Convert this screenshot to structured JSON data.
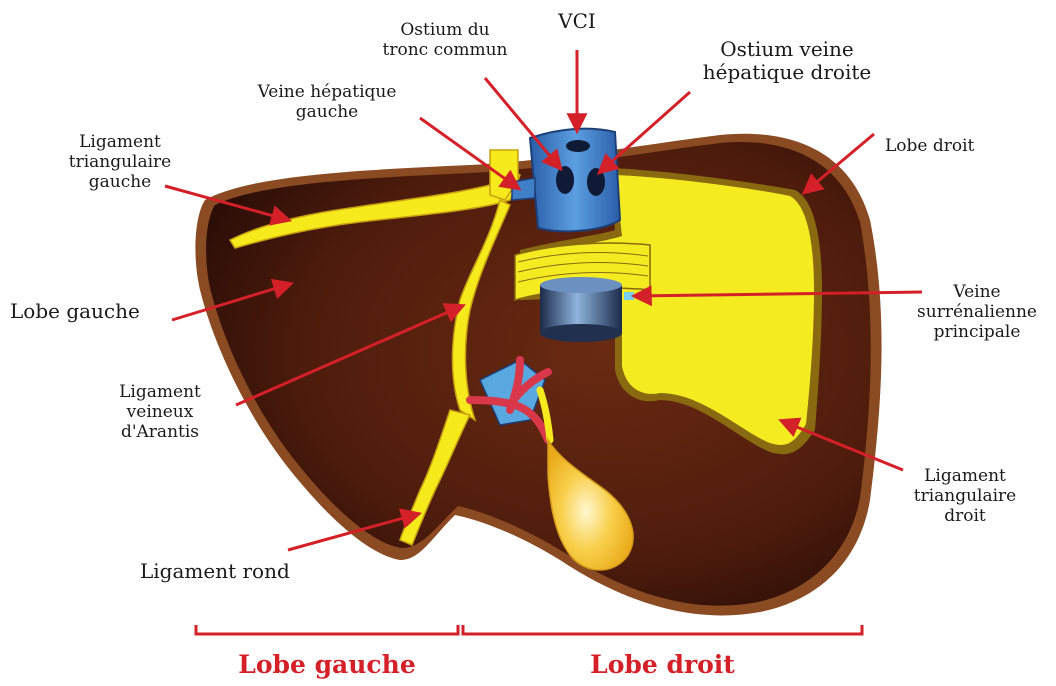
{
  "labels": {
    "ostium_tronc": "Ostium du\ntronc commun",
    "vci": "VCI",
    "ostium_droite": "Ostium veine\nhépatique droite",
    "veine_hep_gauche": "Veine hépatique\ngauche",
    "lig_tri_gauche": "Ligament\ntriangulaire\ngauche",
    "lobe_droit_top": "Lobe droit",
    "lobe_gauche_side": "Lobe gauche",
    "veine_surrenal": "Veine\nsurrénalienne\nprincipale",
    "lig_veineux": "Ligament\nveineux\nd'Arantis",
    "lig_tri_droit": "Ligament\ntriangulaire\ndroit",
    "lig_rond": "Ligament rond"
  },
  "sections": {
    "left": "Lobe gauche",
    "right": "Lobe droit"
  },
  "colors": {
    "liver_dark": "#3a1408",
    "liver_main": "#5a2210",
    "liver_edge": "#8a4a22",
    "ligament_yellow": "#f7ea1c",
    "bare_area": "#f4ec20",
    "vci_blue": "#3f7fc8",
    "gallbladder": "#f6c23a",
    "arrow_red": "#d42028"
  }
}
